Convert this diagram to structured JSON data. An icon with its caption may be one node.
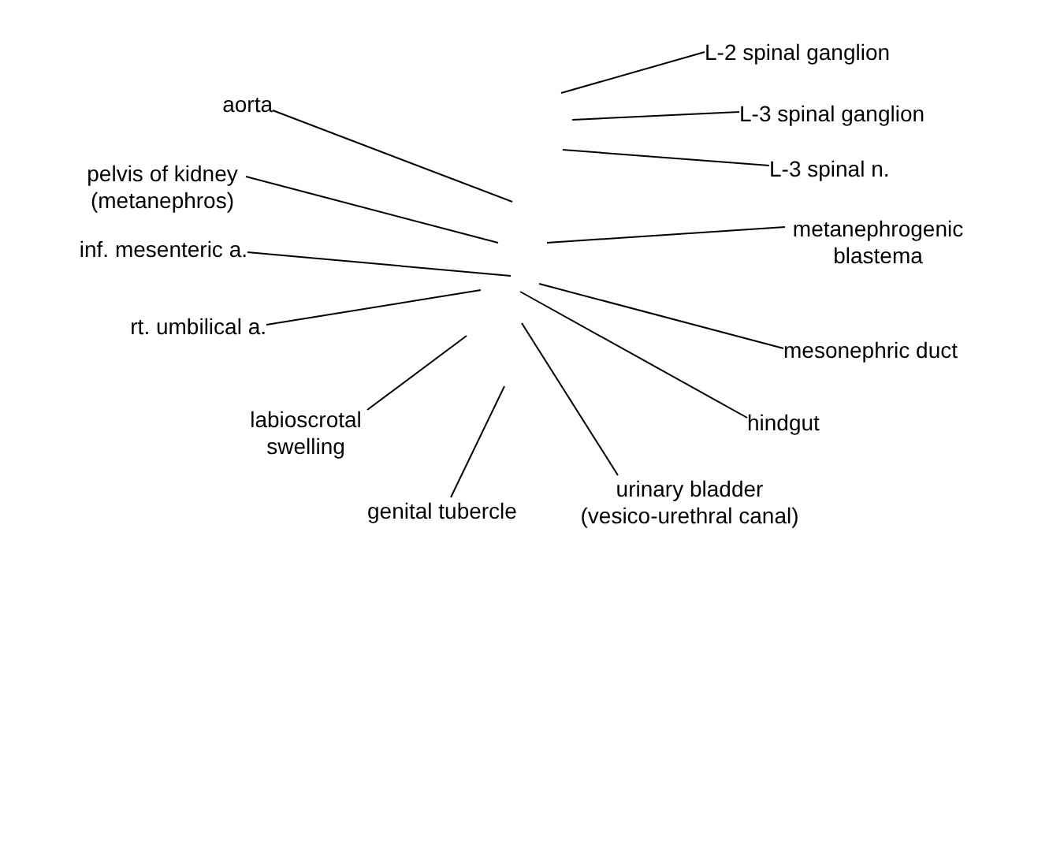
{
  "diagram": {
    "nodes": [
      {
        "text": [
          "L-2 spinal ganglion"
        ]
      },
      {
        "text": [
          "aorta"
        ]
      },
      {
        "text": [
          "L-3 spinal ganglion"
        ]
      },
      {
        "text": [
          "L-3 spinal n."
        ]
      },
      {
        "text": [
          "pelvis of kidney (metanephros)"
        ]
      },
      {
        "text": [
          "metanephrogenic blastema"
        ]
      },
      {
        "text": [
          "inf. mesenteric a."
        ]
      },
      {
        "text": [
          "rt. umbilical a."
        ]
      },
      {
        "text": [
          "mesonephric duct"
        ]
      },
      {
        "text": [
          "labioscrotal swelling"
        ]
      },
      {
        "text": [
          "hindgut"
        ]
      },
      {
        "text": [
          "genital tubercle"
        ]
      },
      {
        "text": [
          "urinary bladder (vesico-urethral canal)"
        ]
      }
    ],
    "edges": [
      {
        "from": 0,
        "to": null,
        "arrow": "none"
      },
      {
        "from": 1,
        "to": null,
        "arrow": "none"
      },
      {
        "from": 2,
        "to": null,
        "arrow": "none"
      },
      {
        "from": 3,
        "to": null,
        "arrow": "none"
      },
      {
        "from": 4,
        "to": null,
        "arrow": "none"
      },
      {
        "from": 5,
        "to": null,
        "arrow": "none"
      },
      {
        "from": 6,
        "to": null,
        "arrow": "none"
      },
      {
        "from": 7,
        "to": null,
        "arrow": "none"
      },
      {
        "from": 8,
        "to": null,
        "arrow": "none"
      },
      {
        "from": 9,
        "to": null,
        "arrow": "none"
      },
      {
        "from": 10,
        "to": null,
        "arrow": "none"
      },
      {
        "from": 11,
        "to": null,
        "arrow": "none"
      },
      {
        "from": 12,
        "to": null,
        "arrow": "none"
      }
    ]
  }
}
